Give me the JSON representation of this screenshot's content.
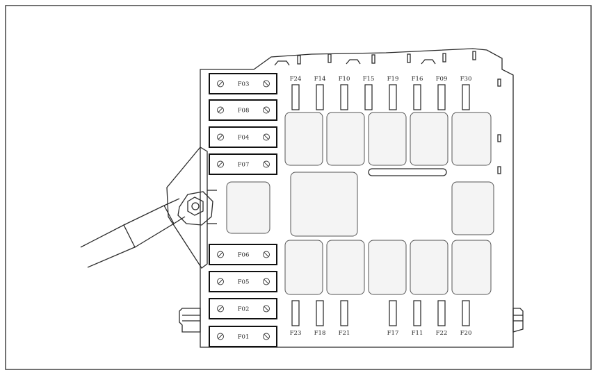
{
  "maxi_fuses": [
    "F03",
    "F08",
    "F04",
    "F07",
    "F06",
    "F05",
    "F02",
    "F01"
  ],
  "mini_fuses_top": [
    "F24",
    "F14",
    "F10",
    "F15",
    "F19",
    "F16",
    "F09",
    "F30"
  ],
  "mini_fuses_bottom_left": [
    "F23",
    "F18",
    "F21"
  ],
  "mini_fuses_bottom_right": [
    "F17",
    "F11",
    "F22",
    "F20"
  ]
}
